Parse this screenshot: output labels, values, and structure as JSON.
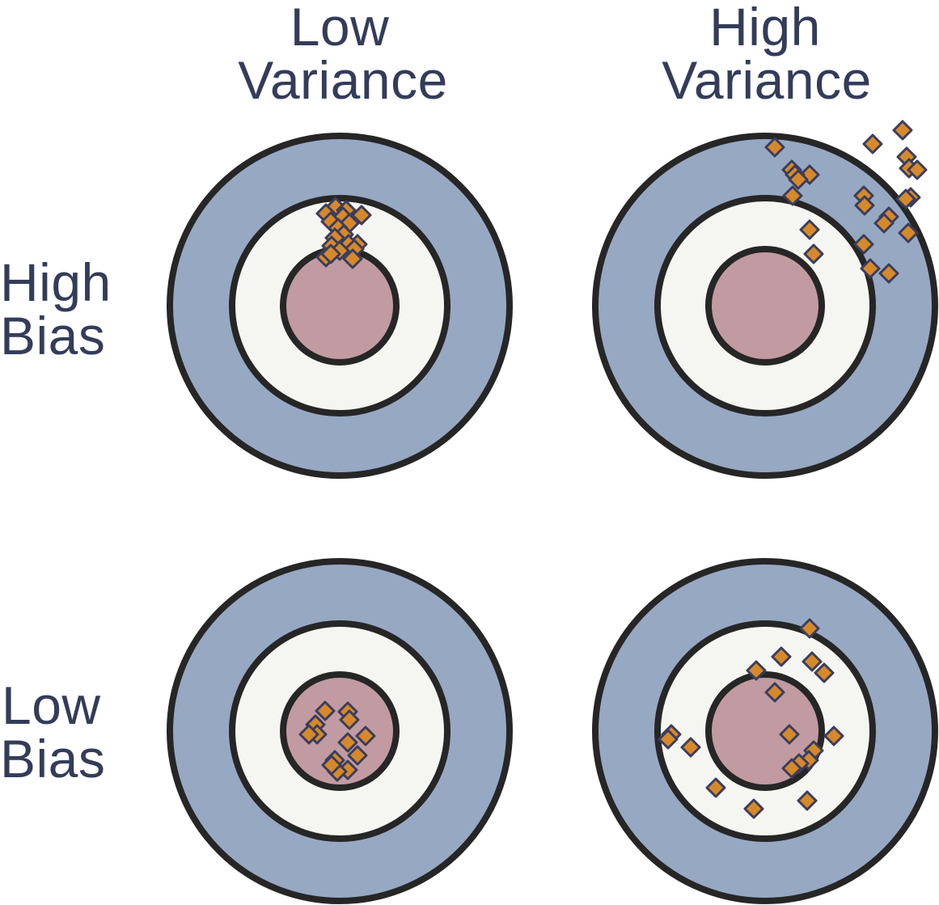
{
  "columns": [
    {
      "line1": "Low",
      "line2": "Variance"
    },
    {
      "line1": "High",
      "line2": "Variance"
    }
  ],
  "rows": [
    {
      "line1": "High",
      "line2": "Bias"
    },
    {
      "line1": "Low",
      "line2": "Bias"
    }
  ],
  "colors": {
    "outer_ring": "#97a8c3",
    "middle_ring": "#f5f6f1",
    "bullseye": "#c19ba1",
    "ring_stroke": "#262626",
    "marker_fill": "#d6892a",
    "marker_stroke": "#3a3d5e",
    "label_text": "#333c5a"
  },
  "targets": [
    {
      "name": "high-bias-low-variance",
      "shots": [
        [
          -5,
          -122
        ],
        [
          8,
          -118
        ],
        [
          27,
          -112
        ],
        [
          -17,
          -114
        ],
        [
          4,
          -110
        ],
        [
          -11,
          -104
        ],
        [
          12,
          -102
        ],
        [
          -2,
          -96
        ],
        [
          5,
          -88
        ],
        [
          -6,
          -84
        ],
        [
          22,
          -76
        ],
        [
          -10,
          -74
        ],
        [
          11,
          -76
        ],
        [
          18,
          -70
        ],
        [
          0,
          -68
        ],
        [
          -17,
          -60
        ],
        [
          -11,
          -64
        ],
        [
          16,
          -58
        ]
      ]
    },
    {
      "name": "high-bias-high-variance",
      "shots": [
        [
          170,
          -217
        ],
        [
          133,
          -200
        ],
        [
          12,
          -196
        ],
        [
          175,
          -184
        ],
        [
          178,
          -170
        ],
        [
          188,
          -168
        ],
        [
          33,
          -168
        ],
        [
          55,
          -162
        ],
        [
          37,
          -162
        ],
        [
          41,
          -156
        ],
        [
          122,
          -136
        ],
        [
          34,
          -136
        ],
        [
          180,
          -134
        ],
        [
          123,
          -124
        ],
        [
          174,
          -132
        ],
        [
          153,
          -110
        ],
        [
          147,
          -102
        ],
        [
          55,
          -94
        ],
        [
          177,
          -90
        ],
        [
          122,
          -76
        ],
        [
          60,
          -64
        ],
        [
          130,
          -46
        ],
        [
          153,
          -40
        ]
      ]
    },
    {
      "name": "low-bias-low-variance",
      "shots": [
        [
          -18,
          -25
        ],
        [
          10,
          -24
        ],
        [
          12,
          -14
        ],
        [
          -30,
          -8
        ],
        [
          32,
          6
        ],
        [
          -28,
          4
        ],
        [
          -38,
          4
        ],
        [
          10,
          14
        ],
        [
          22,
          30
        ],
        [
          -6,
          36
        ],
        [
          10,
          48
        ],
        [
          -3,
          50
        ],
        [
          -10,
          42
        ]
      ]
    },
    {
      "name": "low-bias-high-variance",
      "shots": [
        [
          55,
          -127
        ],
        [
          20,
          -92
        ],
        [
          58,
          -86
        ],
        [
          73,
          -72
        ],
        [
          -11,
          -75
        ],
        [
          12,
          -48
        ],
        [
          30,
          4
        ],
        [
          -116,
          4
        ],
        [
          85,
          6
        ],
        [
          -120,
          10
        ],
        [
          -92,
          20
        ],
        [
          60,
          24
        ],
        [
          54,
          36
        ],
        [
          42,
          40
        ],
        [
          33,
          46
        ],
        [
          -61,
          70
        ],
        [
          52,
          86
        ],
        [
          -14,
          96
        ]
      ]
    }
  ]
}
